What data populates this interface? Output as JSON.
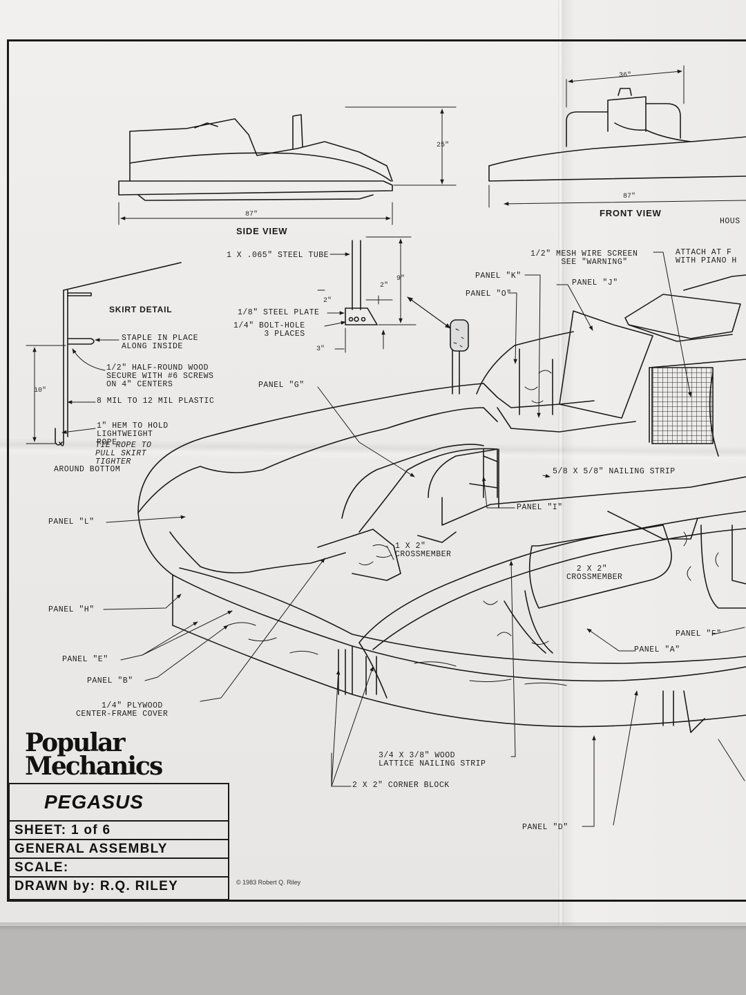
{
  "views": {
    "side_view": "SIDE VIEW",
    "front_view": "FRONT VIEW",
    "skirt_detail": "SKIRT DETAIL"
  },
  "dimensions": {
    "side_length": "87\"",
    "height": "25\"",
    "front_width": "87\"",
    "front_top": "36\"",
    "skirt_height": "10\"",
    "tube_height": "9\"",
    "plate_2a": "2\"",
    "plate_2b": "2\"",
    "plate_3": "3\""
  },
  "labels": {
    "steel_tube": "1 X .065\" STEEL TUBE",
    "steel_plate": "1/8\" STEEL PLATE",
    "bolt_hole": "1/4\" BOLT-HOLE\n      3 PLACES",
    "staple": "STAPLE IN PLACE\nALONG INSIDE",
    "half_round": "1/2\" HALF-ROUND WOOD\nSECURE WITH #6 SCREWS\nON 4\" CENTERS",
    "plastic": "8 MIL TO 12 MIL PLASTIC",
    "hem": "1\" HEM TO HOLD\nLIGHTWEIGHT\nROPE",
    "tie_rope": "TIE ROPE TO\nPULL SKIRT\nTIGHTER",
    "around_bottom": "AROUND BOTTOM",
    "mesh": "1/2\" MESH WIRE SCREEN\n      SEE \"WARNING\"",
    "attach": "ATTACH AT F\nWITH PIANO H",
    "hous": "HOUS",
    "panel_k": "PANEL \"K\"",
    "panel_o": "PANEL \"O\"",
    "panel_j": "PANEL \"J\"",
    "panel_g": "PANEL \"G\"",
    "nailing_strip": "5/8 X 5/8\" NAILING STRIP",
    "panel_i": "PANEL \"I\"",
    "panel_l": "PANEL \"L\"",
    "crossmember_1x2": "1 X 2\"\nCROSSMEMBER",
    "crossmember_2x2": "  2 X 2\"\nCROSSMEMBER",
    "panel_h": "PANEL \"H\"",
    "panel_e": "PANEL \"E\"",
    "panel_b": "PANEL \"B\"",
    "panel_f": "PANEL \"F\"",
    "panel_a": "PANEL \"A\"",
    "plywood": "     1/4\" PLYWOOD\nCENTER-FRAME COVER",
    "lattice": "3/4 X 3/8\" WOOD\nLATTICE NAILING STRIP",
    "corner_block": "2 X 2\" CORNER BLOCK",
    "panel_d": "PANEL \"D\""
  },
  "logo": {
    "line1": "Popular",
    "line2": "Mechanics"
  },
  "title_block": {
    "name": "PEGASUS",
    "sheet": "SHEET:  1 of 6",
    "assembly": "GENERAL  ASSEMBLY",
    "scale": "SCALE:",
    "drawn_by": "DRAWN by:  R.Q. RILEY"
  },
  "copyright": "© 1983 Robert Q. Riley"
}
